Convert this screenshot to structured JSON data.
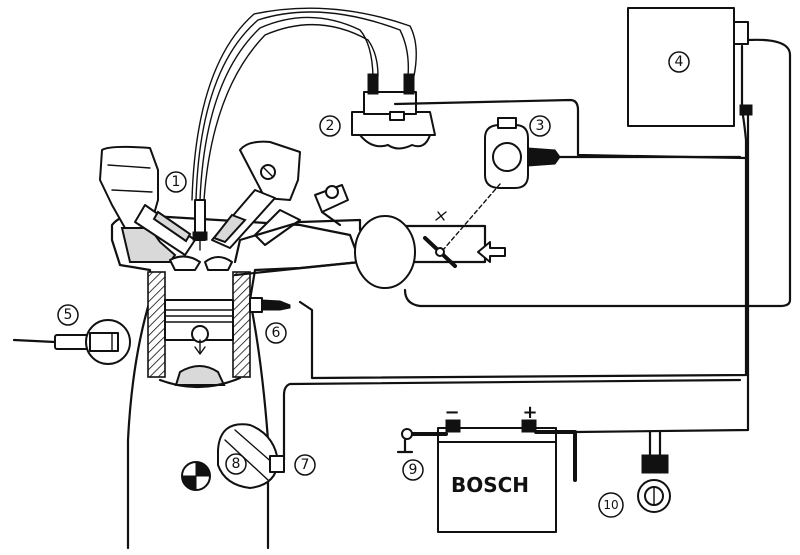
{
  "callouts": [
    {
      "id": "1",
      "label": "1"
    },
    {
      "id": "2",
      "label": "2"
    },
    {
      "id": "3",
      "label": "3"
    },
    {
      "id": "4",
      "label": "4"
    },
    {
      "id": "5",
      "label": "5"
    },
    {
      "id": "6",
      "label": "6"
    },
    {
      "id": "7",
      "label": "7"
    },
    {
      "id": "8",
      "label": "8"
    },
    {
      "id": "9",
      "label": "9"
    },
    {
      "id": "10",
      "label": "10"
    }
  ],
  "battery": {
    "brand": "BOSCH",
    "negative": "−",
    "positive": "+"
  }
}
